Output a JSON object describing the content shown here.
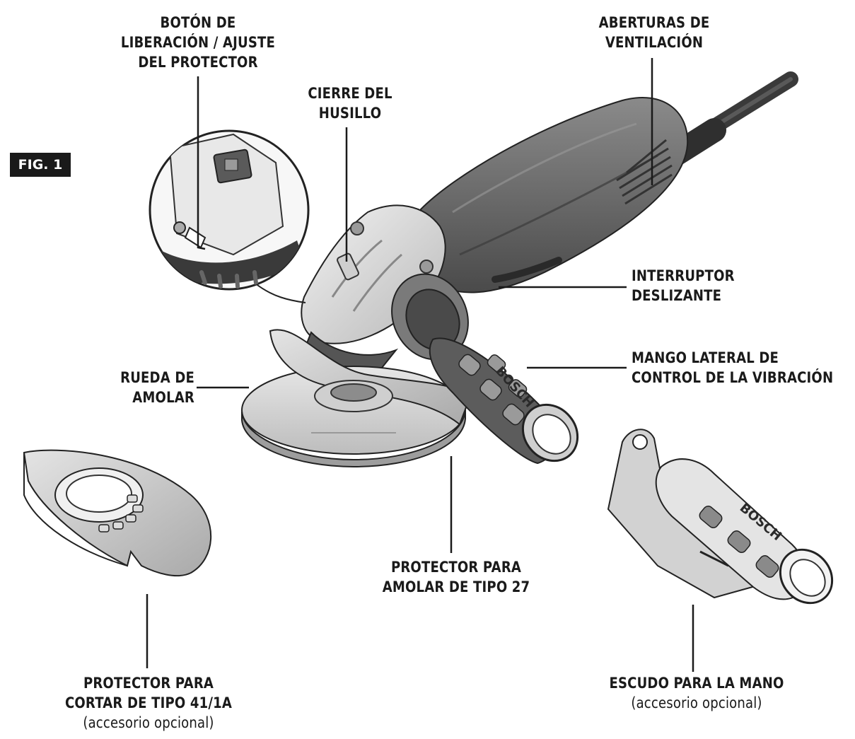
{
  "figure_label": "FIG. 1",
  "labels": {
    "guard_release": [
      "BOTÓN DE",
      "LIBERACIÓN / AJUSTE",
      "DEL PROTECTOR"
    ],
    "vents": [
      "ABERTURAS DE",
      "VENTILACIÓN"
    ],
    "spindle_lock": [
      "CIERRE DEL",
      "HUSILLO"
    ],
    "slide_switch": [
      "INTERRUPTOR",
      "DESLIZANTE"
    ],
    "side_handle": [
      "MANGO LATERAL DE",
      "CONTROL DE LA VIBRACIÓN"
    ],
    "grinding_wheel": [
      "RUEDA DE",
      "AMOLAR"
    ],
    "type27_guard": [
      "PROTECTOR PARA",
      "AMOLAR DE TIPO 27"
    ],
    "type41_guard": [
      "PROTECTOR PARA",
      "CORTAR DE TIPO 41/1A"
    ],
    "type41_guard_note": "(accesorio opcional)",
    "hand_shield": [
      "ESCUDO PARA LA MANO"
    ],
    "hand_shield_note": "(accesorio opcional)"
  },
  "brand_marks": [
    "BOSCH",
    "BOSCH"
  ]
}
